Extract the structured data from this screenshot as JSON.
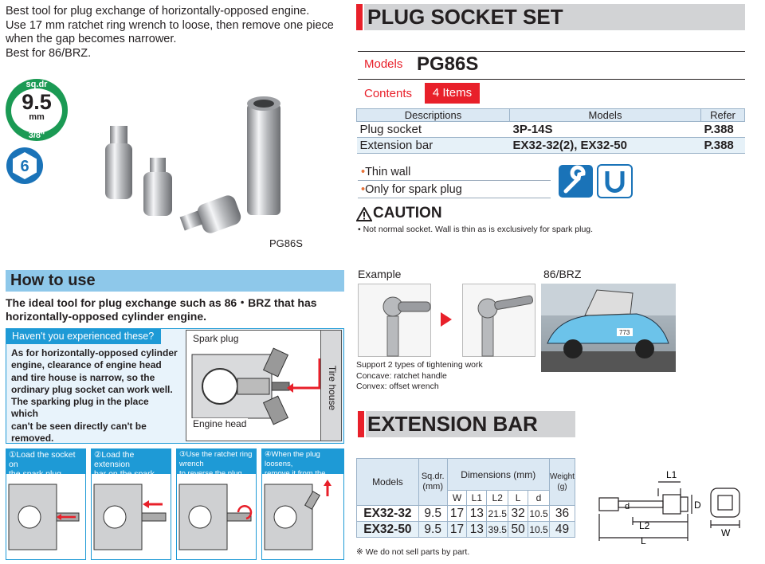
{
  "intro": {
    "lines": [
      "Best tool for plug exchange of horizontally-opposed engine.",
      "Use 17 mm ratchet ring wrench to loose, then remove one piece",
      "when the gap becomes narrower.",
      "Best for 86/BRZ."
    ]
  },
  "drive_badge": {
    "top": "sq.dr",
    "size": "9.5",
    "unit": "mm",
    "fraction": "3/8\"",
    "color": "#1b9a54"
  },
  "hex_badge": {
    "value": "6",
    "color": "#1a73b8"
  },
  "product_photo_caption": "PG86S",
  "header": {
    "title": "PLUG SOCKET SET",
    "models_label": "Models",
    "model": "PG86S",
    "contents_label": "Contents",
    "contents_value": "4 Items",
    "accent_color": "#e8202a"
  },
  "contents_table": {
    "headers": [
      "Descriptions",
      "Models",
      "Refer"
    ],
    "rows": [
      [
        "Plug socket",
        "3P-14S",
        "P.388"
      ],
      [
        "Extension bar",
        "EX32-32(2), EX32-50",
        "P.388"
      ]
    ]
  },
  "features": [
    "Thin wall",
    "Only for spark plug"
  ],
  "caution": {
    "title": "CAUTION",
    "text": "Not normal socket. Wall is thin as is exclusively for spark plug."
  },
  "how_to_use": {
    "title": "How to use",
    "lead1": "The ideal tool for plug exchange such as 86・BRZ that has",
    "lead2": "horizontally-opposed cylinder engine.",
    "question": "Haven't you experienced these?",
    "body": [
      "As for horizontally-opposed cylinder",
      "engine, clearance of engine head",
      "and tire house is narrow, so the",
      "ordinary plug socket can work well.",
      "The sparking plug in the place which",
      "can't be seen directly can't be",
      "removed."
    ],
    "diagram_labels": {
      "spark_plug": "Spark plug",
      "engine_head": "Engine head",
      "tire_house": "Tire house"
    },
    "steps": [
      {
        "num": "①",
        "line1": "Load the socket on",
        "line2": "the spark plug"
      },
      {
        "num": "②",
        "line1": "Load the extension",
        "line2": "bar on the spark plug"
      },
      {
        "num": "③",
        "line1": "Use the ratchet ring wrench",
        "line2": "to reverse the plug."
      },
      {
        "num": "④",
        "line1": "When the plug loosens,",
        "line2": "remove it from the rear end"
      }
    ]
  },
  "example": {
    "label": "Example",
    "car_label": "86/BRZ",
    "notes": [
      "Support 2 types of tightening work",
      "Concave: ratchet handle",
      "Convex: offset wrench"
    ]
  },
  "extension_bar": {
    "title": "EXTENSION BAR",
    "col_models": "Models",
    "col_sqdr": "Sq.dr.",
    "col_sqdr_unit": "(mm)",
    "col_dimensions": "Dimensions (mm)",
    "col_weight": "Weight",
    "col_weight_unit": "(g)",
    "dim_cols": [
      "W",
      "L1",
      "L2",
      "L",
      "d"
    ],
    "rows": [
      [
        "EX32-32",
        "9.5",
        "17",
        "13",
        "21.5",
        "32",
        "10.5",
        "36"
      ],
      [
        "EX32-50",
        "9.5",
        "17",
        "13",
        "39.5",
        "50",
        "10.5",
        "49"
      ]
    ],
    "note": "※ We do not sell parts by part.",
    "diagram_labels": {
      "L1": "L1",
      "L2": "L2",
      "L": "L",
      "d": "d",
      "D": "D",
      "W": "W"
    }
  }
}
